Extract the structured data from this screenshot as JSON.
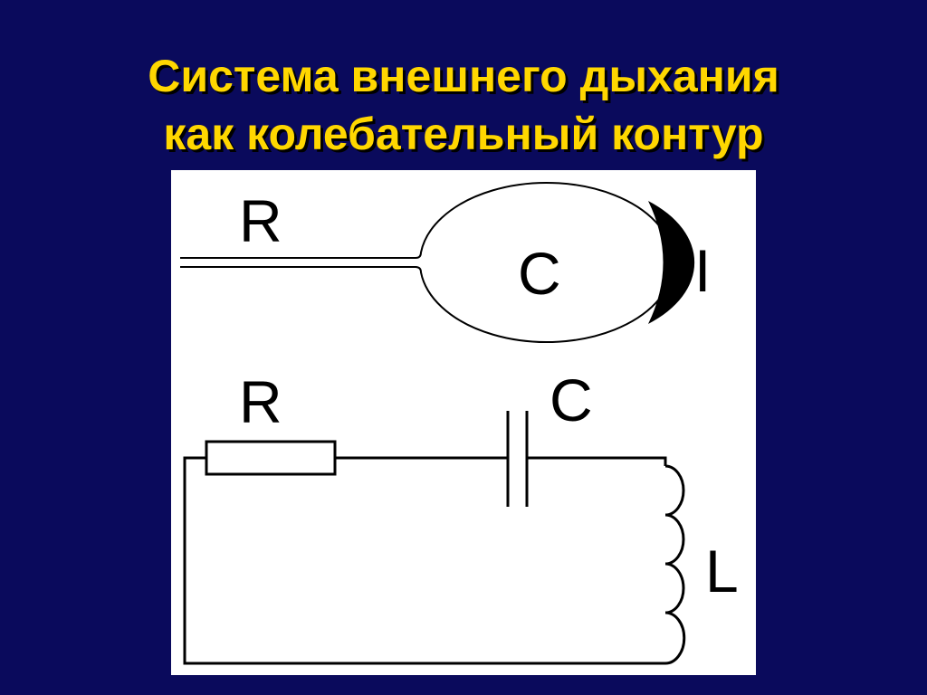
{
  "slide": {
    "title_line1": "Система внешнего дыхания",
    "title_line2": "как колебательный контур",
    "title_color": "#ffd700",
    "background_color": "#0a0a5c"
  },
  "lung_model": {
    "airway_label": "R",
    "compliance_label": "C",
    "inertance_label": "I"
  },
  "circuit": {
    "resistor_label": "R",
    "capacitor_label": "C",
    "inductor_label": "L"
  }
}
